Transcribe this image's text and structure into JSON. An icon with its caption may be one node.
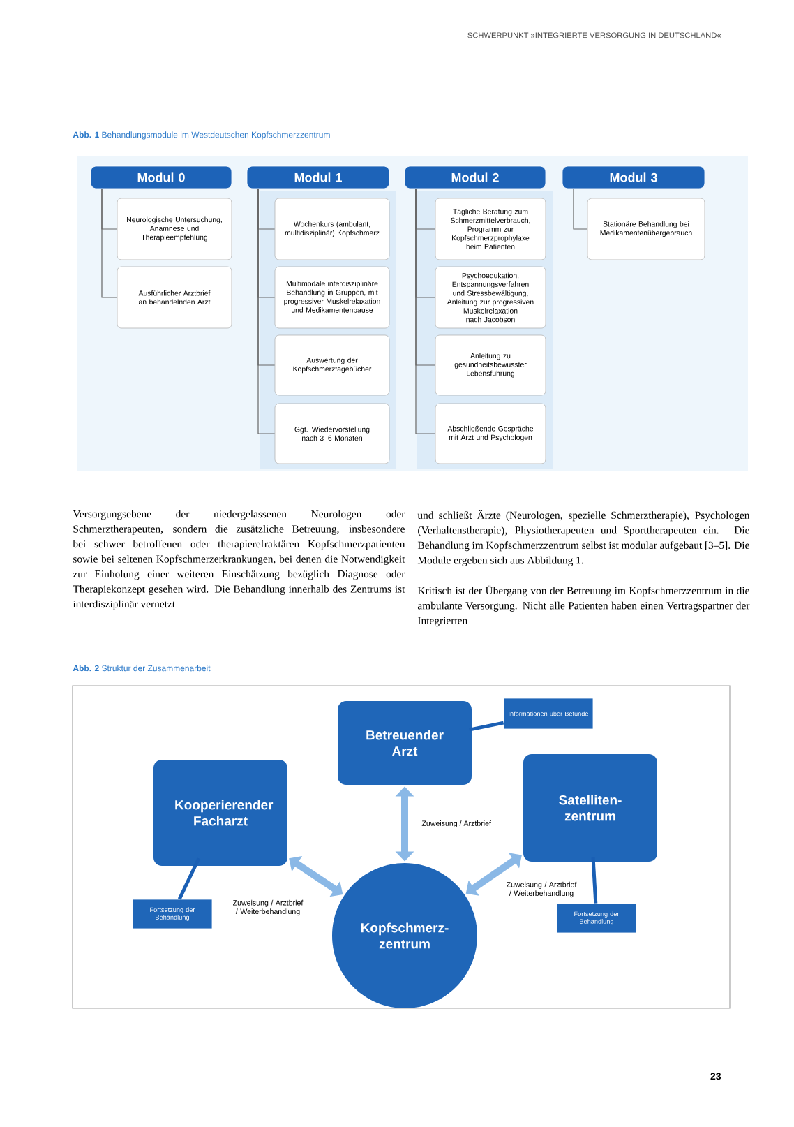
{
  "diagram": {
    "nodes": [
      {
        "text": [
          "Modul 0"
        ]
      },
      {
        "text": [
          "Neurologische Untersuchung, Anamnese und Therapieempfehlung"
        ]
      },
      {
        "text": [
          "Ausführlicher Arztbrief an behandelnden Arzt"
        ]
      },
      {
        "text": [
          "Modul 1"
        ]
      },
      {
        "text": [
          "Wochenkurs (ambulant, multidisziplinär) Kopfschmerz"
        ]
      },
      {
        "text": [
          "Multimodale interdisziplinäre Behandlung in Gruppen, mit progressiver Muskelrelaxation und Medikamentenpause"
        ]
      },
      {
        "text": [
          "Auswertung der Kopfschmerztagebücher"
        ]
      },
      {
        "text": [
          "Ggf. Wiedervorstellung nach 3–6 Monaten"
        ]
      },
      {
        "text": [
          "Modul 2"
        ]
      },
      {
        "text": [
          "Tägliche Beratung zum Schmerzmittelverbrauch, Programm zur Kopfschmerzprophylaxe beim Patienten"
        ]
      },
      {
        "text": [
          "Psychoedukation, Entspannungsverfahren und Stressbewältigung, Anleitung zur progressiven Muskelrelaxation nach Jacobson"
        ]
      },
      {
        "text": [
          "Anleitung zu gesundheitsbewusster Lebensführung"
        ]
      },
      {
        "text": [
          "Abschließende Gespräche mit Arzt und Psychologen"
        ]
      },
      {
        "text": [
          "Modul 3"
        ]
      },
      {
        "text": [
          "Stationäre Behandlung bei Medikamentenübergebrauch"
        ]
      },
      {
        "text": [
          "Betreuender Arzt"
        ]
      },
      {
        "text": [
          "Informationen über Befunde"
        ]
      },
      {
        "text": [
          "Kooperierender Facharzt"
        ]
      },
      {
        "text": [
          "Satelliten-zentrum"
        ]
      },
      {
        "text": [
          "Kopfschmerz-zentrum"
        ]
      },
      {
        "text": [
          "Fortsetzung der Behandlung"
        ]
      },
      {
        "text": [
          "Fortsetzung der Behandlung"
        ]
      }
    ],
    "edges": [
      {
        "from": 0,
        "to": 1,
        "arrow": "none"
      },
      {
        "from": 0,
        "to": 2,
        "arrow": "none"
      },
      {
        "from": 3,
        "to": 4,
        "arrow": "none"
      },
      {
        "from": 3,
        "to": 5,
        "arrow": "none"
      },
      {
        "from": 3,
        "to": 6,
        "arrow": "none"
      },
      {
        "from": 3,
        "to": 7,
        "arrow": "none"
      },
      {
        "from": 8,
        "to": 9,
        "arrow": "none"
      },
      {
        "from": 8,
        "to": 10,
        "arrow": "none"
      },
      {
        "from": 8,
        "to": 11,
        "arrow": "none"
      },
      {
        "from": 8,
        "to": 12,
        "arrow": "none"
      },
      {
        "from": 13,
        "to": 14,
        "arrow": "none"
      },
      {
        "from": 15,
        "to": 19,
        "arrow": "both",
        "label": "Zuweisung / Arztbrief",
        "style": "thick",
        "color": "#8ab8e6"
      },
      {
        "from": 17,
        "to": 19,
        "arrow": "both",
        "label": "Zuweisung / Arztbrief / Weiterbehandlung",
        "style": "thick",
        "color": "#8ab8e6"
      },
      {
        "from": 18,
        "to": 19,
        "arrow": "both",
        "label": "Zuweisung / Arztbrief / Weiterbehandlung",
        "style": "thick",
        "color": "#8ab8e6"
      },
      {
        "from": 16,
        "to": 15,
        "arrow": "none",
        "style": "thick",
        "color": "#1a5fb4"
      },
      {
        "from": 20,
        "to": 17,
        "arrow": "none",
        "style": "thick",
        "color": "#1a5fb4"
      },
      {
        "from": 21,
        "to": 18,
        "arrow": "none",
        "style": "thick",
        "color": "#1a5fb4"
      }
    ],
    "labels": [
      "SCHWERPUNKT »INTEGRIERTE VERSORGUNG IN DEUTSCHLAND«",
      "**Abb. 1** Behandlungsmodule im Westdeutschen Kopfschmerzzentrum",
      "Versorgungsebene der niedergelassenen Neurologen oder Schmerztherapeuten, sondern die zusätzliche Betreuung, insbesondere bei schwer betroffenen oder therapierefraktären Kopfschmerzpatienten sowie bei seltenen Kopfschmerzerkrankungen, bei denen die Notwendigkeit zur Einholung einer weiteren Einschätzung bezüglich Diagnose oder Therapiekonzept gesehen wird. Die Behandlung innerhalb des Zentrums ist interdisziplinär vernetzt",
      "und schließt Ärzte (Neurologen, spezielle Schmerztherapie), Psychologen (Verhaltenstherapie), Physiotherapeuten und Sporttherapeuten ein. Die Behandlung im Kopfschmerzzentrum selbst ist modular aufgebaut [3–5]. Die Module ergeben sich aus Abbildung 1.",
      "Kritisch ist der Übergang von der Betreuung im Kopfschmerzzentrum in die ambulante Versorgung. Nicht alle Patienten haben einen Vertragspartner der Integrierten",
      "**Abb. 2** Struktur der Zusammenarbeit",
      "23"
    ]
  }
}
